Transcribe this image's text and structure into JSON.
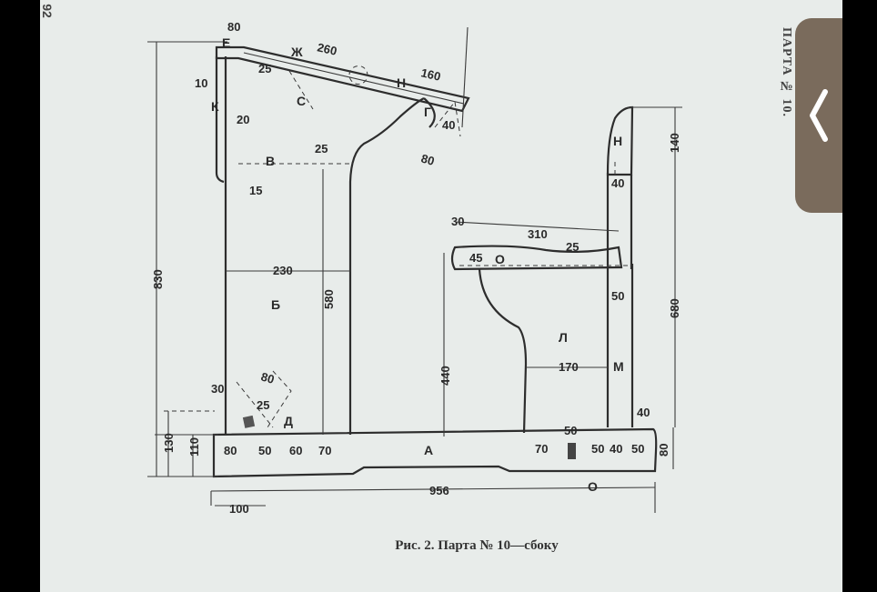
{
  "caption": "Рис. 2. Парта № 10—сбоку",
  "side_title": "ПАРТА № 10.",
  "corner_mark": "92",
  "labels": {
    "A": "А",
    "B": "Б",
    "V": "В",
    "G": "Г",
    "D": "Д",
    "E": "Е",
    "ZH": "Ж",
    "K": "К",
    "L": "Л",
    "M": "М",
    "N_top": "Н",
    "N_lid": "Н",
    "O": "О",
    "S": "С",
    "Q": "О"
  },
  "dims": {
    "d80_top": "80",
    "d260": "260",
    "d160": "160",
    "d25_a": "25",
    "d10": "10",
    "d20": "20",
    "d40_a": "40",
    "d80_b": "80",
    "d25_b": "25",
    "d15": "15",
    "d830": "830",
    "d230": "230",
    "d580": "580",
    "d30_a": "30",
    "d310": "310",
    "d25_c": "25",
    "d45": "45",
    "d50_a": "50",
    "d440": "440",
    "d170": "170",
    "d140": "140",
    "d40_b": "40",
    "d680": "680",
    "d40_c": "40",
    "d50_b": "50",
    "d80_c": "80",
    "d30_b": "30",
    "d25_d": "25",
    "d130": "130",
    "d110": "110",
    "d80_d": "80",
    "d50_c": "50",
    "d60": "60",
    "d70_a": "70",
    "d70_b": "70",
    "d50_d": "50",
    "d40_d": "40",
    "d50_e": "50",
    "d80_e": "80",
    "d956": "956",
    "d100": "100"
  }
}
